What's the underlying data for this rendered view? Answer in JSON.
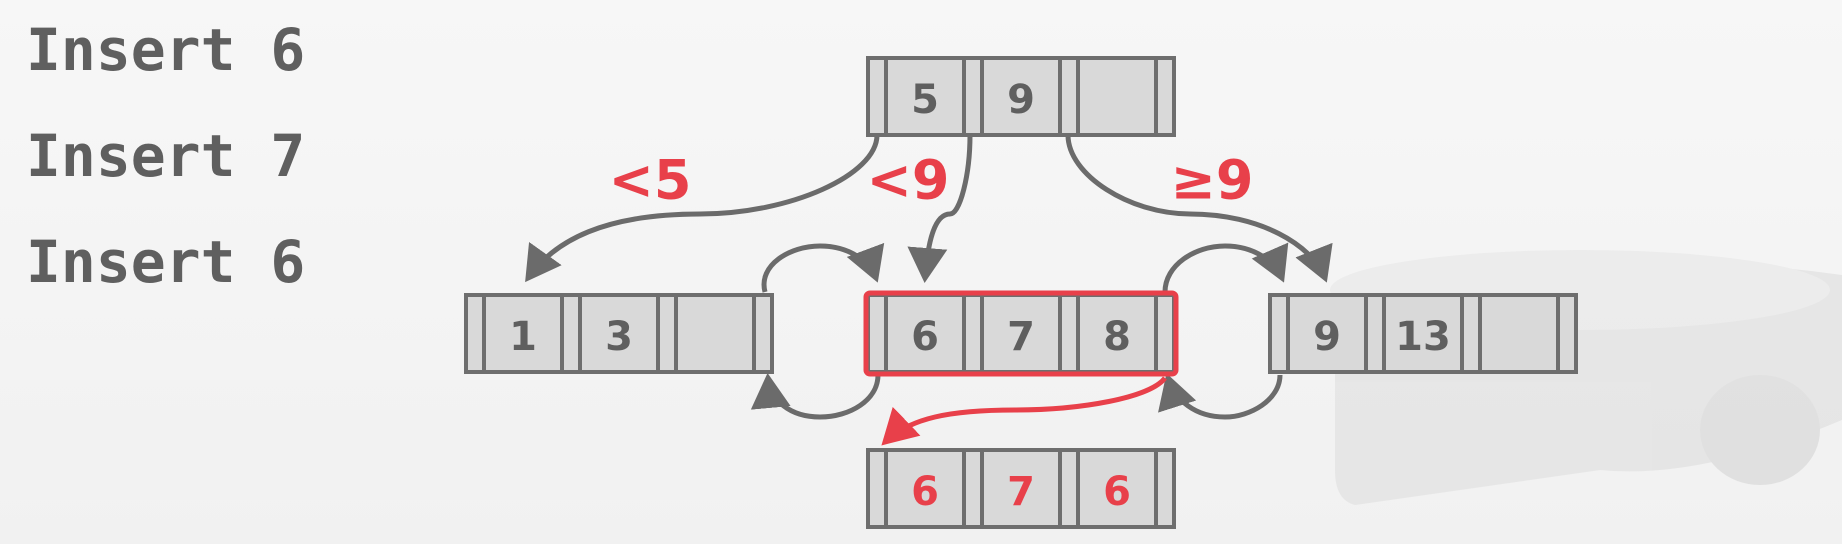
{
  "operations": [
    "Insert 6",
    "Insert 7",
    "Insert 6"
  ],
  "nodes": {
    "root": {
      "keys": [
        "5",
        "9",
        ""
      ]
    },
    "leaf_left": {
      "keys": [
        "1",
        "3",
        ""
      ]
    },
    "leaf_middle": {
      "keys": [
        "6",
        "7",
        "8"
      ],
      "highlighted": true
    },
    "leaf_right": {
      "keys": [
        "9",
        "13",
        ""
      ]
    },
    "overflow": {
      "keys": [
        "6",
        "7",
        "6"
      ],
      "highlighted": true
    }
  },
  "edge_labels": {
    "left": "<5",
    "middle": "<9",
    "right": "≥9"
  },
  "colors": {
    "accent": "#e8404a",
    "node_fill": "#d9d9d9",
    "node_stroke": "#6e6e6e",
    "text": "#5f5f5f"
  }
}
